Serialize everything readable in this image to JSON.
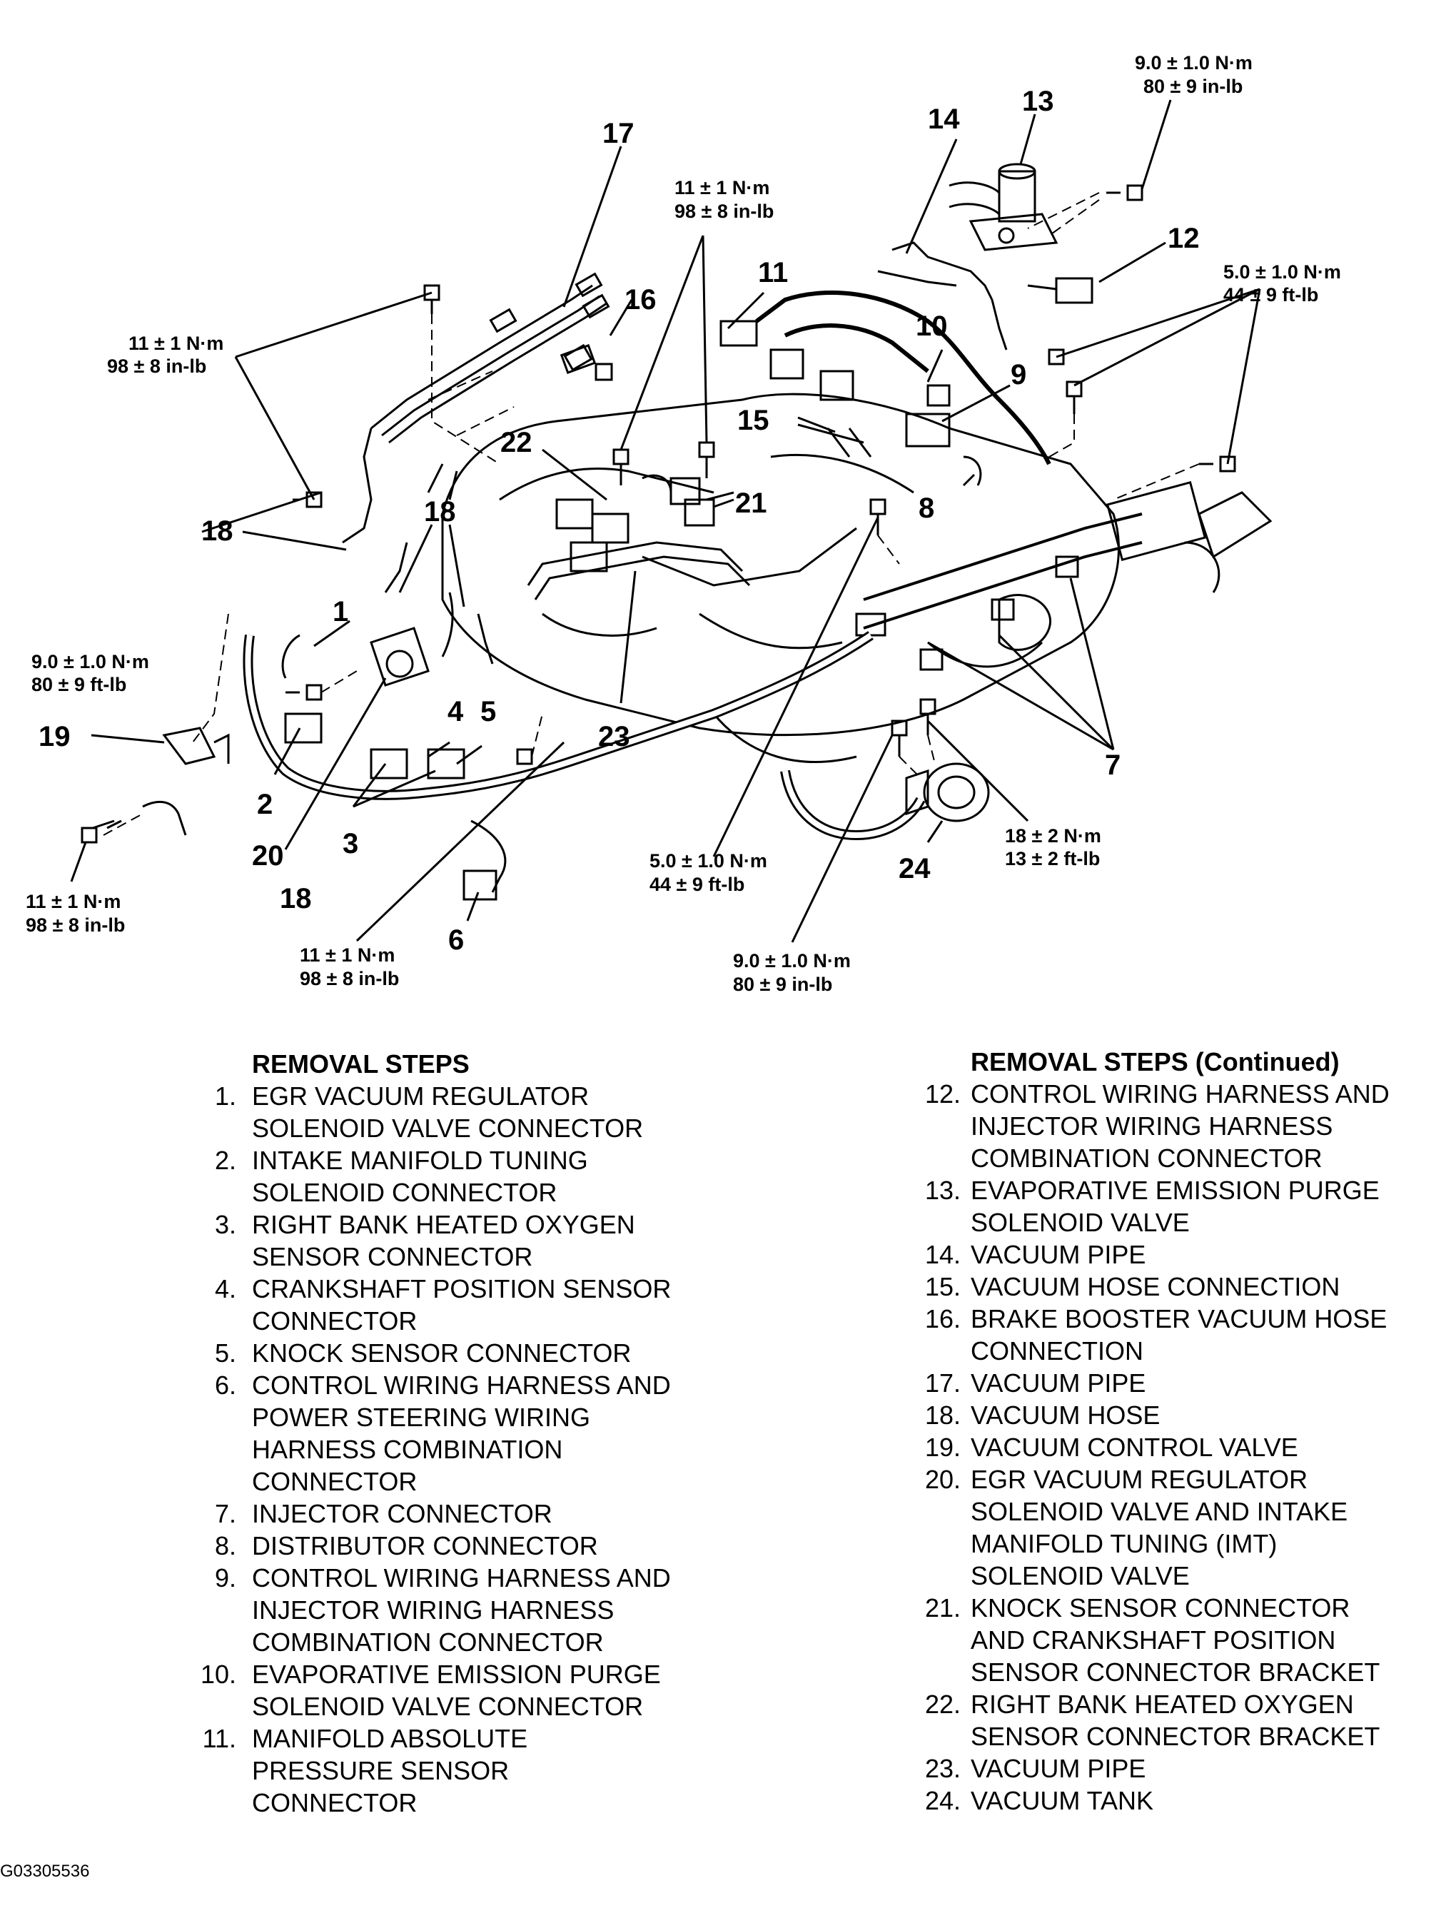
{
  "diagram": {
    "callouts": [
      "1",
      "2",
      "3",
      "4",
      "5",
      "6",
      "7",
      "8",
      "9",
      "10",
      "11",
      "12",
      "13",
      "14",
      "15",
      "16",
      "17",
      "18",
      "19",
      "20",
      "21",
      "22",
      "23",
      "24"
    ],
    "torque": {
      "t_top_right": [
        "9.0 ± 1.0 N·m",
        "80 ± 9 in-lb"
      ],
      "t_top_mid": [
        "11 ± 1 N·m",
        "98 ± 8 in-lb"
      ],
      "t_right": [
        "5.0 ± 1.0 N·m",
        "44 ± 9 ft-lb"
      ],
      "t_upper_left": [
        "11 ± 1 N·m",
        "98 ± 8 in-lb"
      ],
      "t_left": [
        "9.0 ± 1.0 N·m",
        "80 ± 9 ft-lb"
      ],
      "t_bottom_left": [
        "11 ± 1 N·m",
        "98 ± 8 in-lb"
      ],
      "t_bottom_mid": [
        "11 ± 1 N·m",
        "98 ± 8 in-lb"
      ],
      "t_center": [
        "5.0 ± 1.0 N·m",
        "44 ± 9 ft-lb"
      ],
      "t_bottom_center": [
        "9.0 ± 1.0 N·m",
        "80 ± 9 in-lb"
      ],
      "t_bottom_right": [
        "18 ± 2 N·m",
        "13 ± 2 ft-lb"
      ]
    }
  },
  "removal_steps": {
    "heading": "REMOVAL STEPS",
    "items": [
      {
        "n": "1.",
        "text": "EGR VACUUM REGULATOR\nSOLENOID VALVE CONNECTOR"
      },
      {
        "n": "2.",
        "text": "INTAKE MANIFOLD TUNING\nSOLENOID CONNECTOR"
      },
      {
        "n": "3.",
        "text": "RIGHT BANK HEATED OXYGEN\nSENSOR CONNECTOR"
      },
      {
        "n": "4.",
        "text": "CRANKSHAFT POSITION SENSOR\nCONNECTOR"
      },
      {
        "n": "5.",
        "text": "KNOCK SENSOR CONNECTOR"
      },
      {
        "n": "6.",
        "text": "CONTROL WIRING HARNESS AND\nPOWER STEERING WIRING\nHARNESS COMBINATION\nCONNECTOR"
      },
      {
        "n": "7.",
        "text": "INJECTOR CONNECTOR"
      },
      {
        "n": "8.",
        "text": "DISTRIBUTOR CONNECTOR"
      },
      {
        "n": "9.",
        "text": "CONTROL WIRING HARNESS AND\nINJECTOR WIRING HARNESS\nCOMBINATION CONNECTOR"
      },
      {
        "n": "10.",
        "text": "EVAPORATIVE EMISSION PURGE\nSOLENOID VALVE CONNECTOR"
      },
      {
        "n": "11.",
        "text": "MANIFOLD ABSOLUTE\nPRESSURE SENSOR\nCONNECTOR"
      }
    ]
  },
  "removal_steps_continued": {
    "heading": "REMOVAL STEPS (Continued)",
    "items": [
      {
        "n": "12.",
        "text": "CONTROL WIRING HARNESS AND\nINJECTOR WIRING HARNESS\nCOMBINATION CONNECTOR"
      },
      {
        "n": "13.",
        "text": "EVAPORATIVE EMISSION PURGE\nSOLENOID VALVE"
      },
      {
        "n": "14.",
        "text": "VACUUM PIPE"
      },
      {
        "n": "15.",
        "text": "VACUUM HOSE CONNECTION"
      },
      {
        "n": "16.",
        "text": "BRAKE BOOSTER VACUUM HOSE\nCONNECTION"
      },
      {
        "n": "17.",
        "text": "VACUUM PIPE"
      },
      {
        "n": "18.",
        "text": "VACUUM HOSE"
      },
      {
        "n": "19.",
        "text": "VACUUM CONTROL VALVE"
      },
      {
        "n": "20.",
        "text": " EGR VACUUM REGULATOR\nSOLENOID VALVE AND INTAKE\nMANIFOLD TUNING (IMT)\nSOLENOID VALVE"
      },
      {
        "n": "21.",
        "text": "KNOCK SENSOR CONNECTOR\nAND CRANKSHAFT POSITION\nSENSOR CONNECTOR BRACKET"
      },
      {
        "n": "22.",
        "text": "RIGHT BANK HEATED OXYGEN\nSENSOR CONNECTOR BRACKET"
      },
      {
        "n": "23.",
        "text": "VACUUM PIPE"
      },
      {
        "n": "24.",
        "text": "VACUUM TANK"
      }
    ]
  },
  "figure_code": "G03305536"
}
